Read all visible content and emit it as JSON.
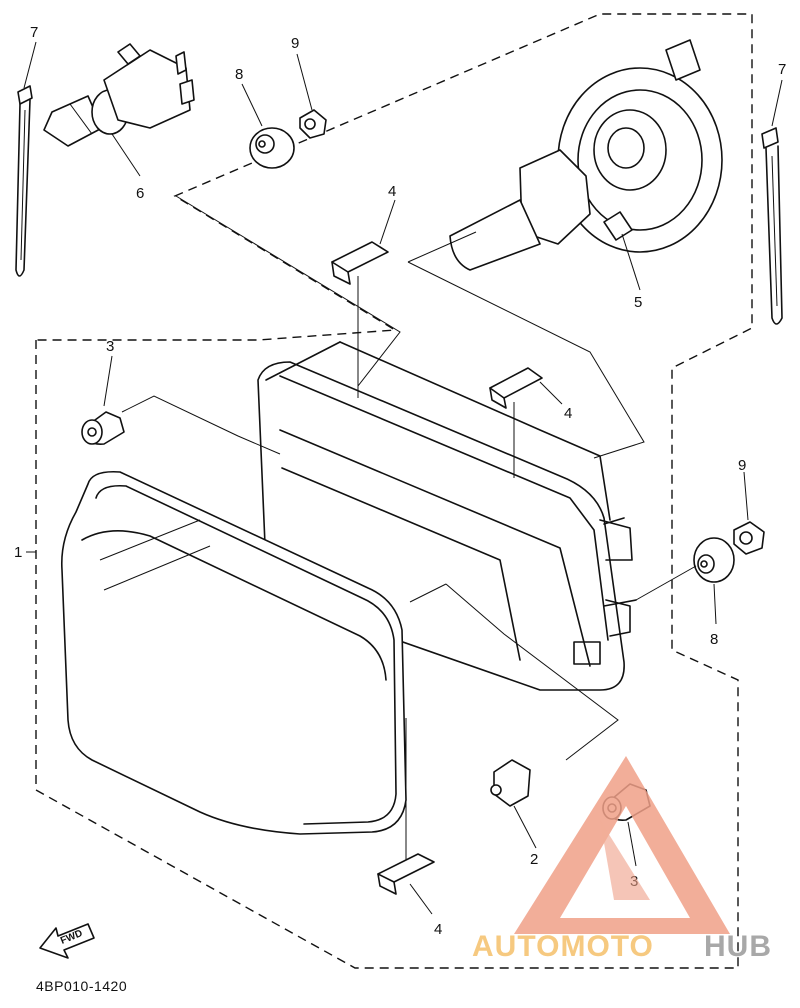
{
  "diagram": {
    "drawing_code": "4BP010-1420",
    "assembly_label": "1",
    "fwd_label": "FWD",
    "callouts": [
      {
        "id": "c7a",
        "text": "7"
      },
      {
        "id": "c6",
        "text": "6"
      },
      {
        "id": "c8a",
        "text": "8"
      },
      {
        "id": "c9a",
        "text": "9"
      },
      {
        "id": "c4a",
        "text": "4"
      },
      {
        "id": "c5",
        "text": "5"
      },
      {
        "id": "c7b",
        "text": "7"
      },
      {
        "id": "c3a",
        "text": "3"
      },
      {
        "id": "c4b",
        "text": "4"
      },
      {
        "id": "c9b",
        "text": "9"
      },
      {
        "id": "c8b",
        "text": "8"
      },
      {
        "id": "c2",
        "text": "2"
      },
      {
        "id": "c3b",
        "text": "3"
      },
      {
        "id": "c4c",
        "text": "4"
      }
    ]
  },
  "watermark": {
    "part1": "AUTOMOTO",
    "part2": "HUB",
    "color_primary": "#f0a088",
    "color_secondary": "#f5c06a",
    "color_dark": "#9a9a9a"
  }
}
